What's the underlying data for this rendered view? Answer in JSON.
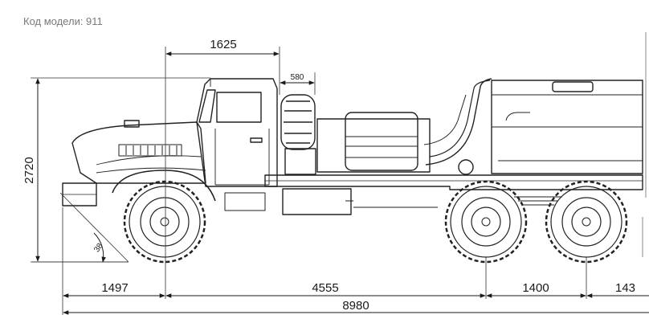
{
  "caption": "Код модели: 911",
  "dimensions": {
    "cab_length": "1625",
    "spare_wheel": "580",
    "height": "2720",
    "approach_angle": "38",
    "front_overhang": "1497",
    "wheelbase": "4555",
    "rear_axle_spacing": "1400",
    "rear_overhang": "143",
    "overall_length": "8980"
  }
}
